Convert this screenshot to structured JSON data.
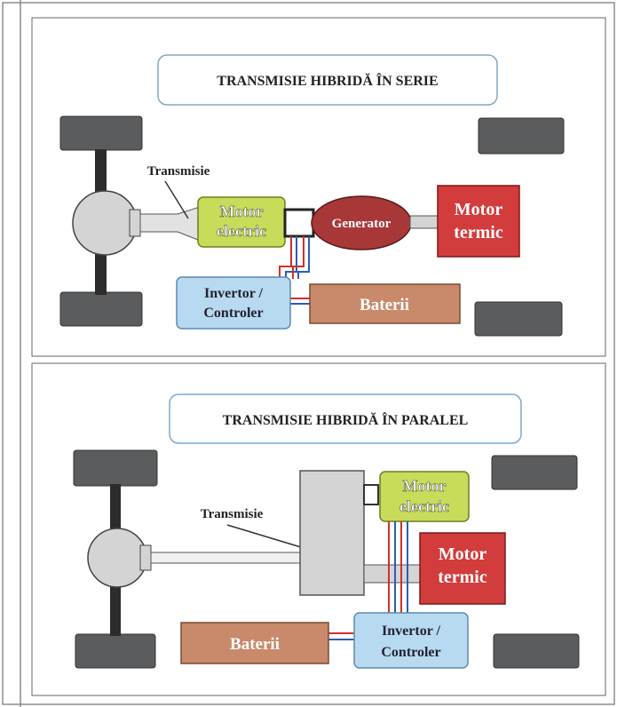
{
  "panels": {
    "series": {
      "title": "TRANSMISIE HIBRIDĂ ÎN SERIE",
      "transmission_label": "Transmisie",
      "motor_electric": [
        "Motor",
        "electric"
      ],
      "generator": "Generator",
      "motor_termic": [
        "Motor",
        "termic"
      ],
      "invertor": [
        "Invertor /",
        "Controler"
      ],
      "baterii": "Baterii"
    },
    "parallel": {
      "title": "TRANSMISIE HIBRIDĂ ÎN  PARALEL",
      "transmission_label": "Transmisie",
      "motor_electric": [
        "Motor",
        "electric"
      ],
      "motor_termic": [
        "Motor",
        "termic"
      ],
      "invertor": [
        "Invertor /",
        "Controler"
      ],
      "baterii": "Baterii"
    }
  },
  "colors": {
    "wheel": "#5a5c5e",
    "axle": "#2c2c2c",
    "differential": "#d4d4d4",
    "motor_electric": "#c8dc5a",
    "generator": "#a83838",
    "motor_termic": "#d23c3c",
    "invertor": "#b8daf0",
    "baterii": "#c88a6a",
    "wire_red": "#d03030",
    "wire_blue": "#2f5db0"
  }
}
